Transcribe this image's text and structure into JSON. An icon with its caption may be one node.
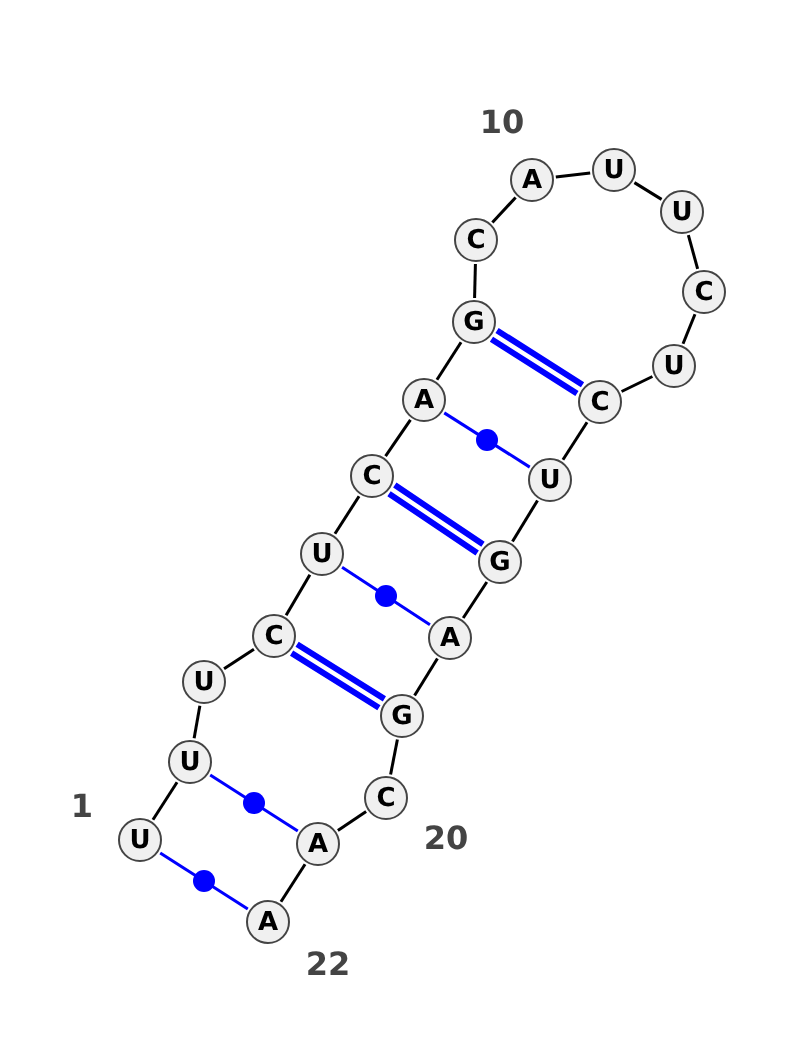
{
  "diagram": {
    "nodes": [
      {
        "text": [
          "U"
        ],
        "beside": [
          "1"
        ]
      },
      {
        "text": [
          "U"
        ]
      },
      {
        "text": [
          "U"
        ]
      },
      {
        "text": [
          "C"
        ]
      },
      {
        "text": [
          "U"
        ]
      },
      {
        "text": [
          "C"
        ]
      },
      {
        "text": [
          "A"
        ]
      },
      {
        "text": [
          "G"
        ]
      },
      {
        "text": [
          "C"
        ]
      },
      {
        "text": [
          "A"
        ],
        "beside": [
          "10"
        ]
      },
      {
        "text": [
          "U"
        ]
      },
      {
        "text": [
          "U"
        ]
      },
      {
        "text": [
          "C"
        ]
      },
      {
        "text": [
          "U"
        ]
      },
      {
        "text": [
          "C"
        ]
      },
      {
        "text": [
          "U"
        ]
      },
      {
        "text": [
          "G"
        ]
      },
      {
        "text": [
          "A"
        ]
      },
      {
        "text": [
          "G"
        ]
      },
      {
        "text": [
          "C"
        ],
        "beside": [
          "20"
        ]
      },
      {
        "text": [
          "A"
        ]
      },
      {
        "text": [
          "A"
        ],
        "beside": [
          "22"
        ]
      }
    ],
    "edges": [
      {
        "from": 0,
        "to": 1,
        "arrow": "none"
      },
      {
        "from": 1,
        "to": 2,
        "arrow": "none"
      },
      {
        "from": 2,
        "to": 3,
        "arrow": "none"
      },
      {
        "from": 3,
        "to": 4,
        "arrow": "none"
      },
      {
        "from": 4,
        "to": 5,
        "arrow": "none"
      },
      {
        "from": 5,
        "to": 6,
        "arrow": "none"
      },
      {
        "from": 6,
        "to": 7,
        "arrow": "none"
      },
      {
        "from": 7,
        "to": 8,
        "arrow": "none"
      },
      {
        "from": 8,
        "to": 9,
        "arrow": "none"
      },
      {
        "from": 9,
        "to": 10,
        "arrow": "none"
      },
      {
        "from": 10,
        "to": 11,
        "arrow": "none"
      },
      {
        "from": 11,
        "to": 12,
        "arrow": "none"
      },
      {
        "from": 12,
        "to": 13,
        "arrow": "none"
      },
      {
        "from": 13,
        "to": 14,
        "arrow": "none"
      },
      {
        "from": 14,
        "to": 15,
        "arrow": "none"
      },
      {
        "from": 15,
        "to": 16,
        "arrow": "none"
      },
      {
        "from": 16,
        "to": 17,
        "arrow": "none"
      },
      {
        "from": 17,
        "to": 18,
        "arrow": "none"
      },
      {
        "from": 18,
        "to": 19,
        "arrow": "none"
      },
      {
        "from": 19,
        "to": 20,
        "arrow": "none"
      },
      {
        "from": 20,
        "to": 21,
        "arrow": "none"
      },
      {
        "from": 0,
        "to": 21,
        "arrow": "none",
        "color": "#0000ff"
      },
      {
        "from": 1,
        "to": 20,
        "arrow": "none",
        "color": "#0000ff"
      },
      {
        "from": 3,
        "to": 18,
        "arrow": "none",
        "style": "thick",
        "color": "#0000ff"
      },
      {
        "from": 4,
        "to": 17,
        "arrow": "none",
        "color": "#0000ff"
      },
      {
        "from": 5,
        "to": 16,
        "arrow": "none",
        "style": "thick",
        "color": "#0000ff"
      },
      {
        "from": 6,
        "to": 15,
        "arrow": "none",
        "color": "#0000ff"
      },
      {
        "from": 7,
        "to": 14,
        "arrow": "none",
        "style": "thick",
        "color": "#0000ff"
      }
    ]
  }
}
